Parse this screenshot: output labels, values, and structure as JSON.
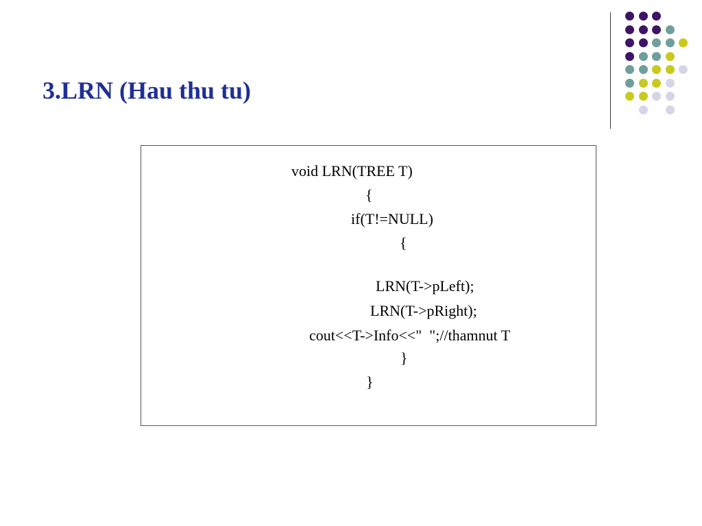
{
  "slide": {
    "title": "3.LRN (Hau thu tu)"
  },
  "decoration": {
    "dot_colors": {
      "purple": "#3f1466",
      "teal": "#6f9f9c",
      "yellow": "#c9c91e",
      "lavender": "#d6d5e6"
    },
    "dot_grid": [
      [
        "purple",
        "purple",
        "purple",
        "",
        "",
        ""
      ],
      [
        "purple",
        "purple",
        "purple",
        "teal",
        "",
        ""
      ],
      [
        "purple",
        "purple",
        "teal",
        "teal",
        "yellow",
        ""
      ],
      [
        "purple",
        "teal",
        "teal",
        "yellow",
        "",
        ""
      ],
      [
        "teal",
        "teal",
        "yellow",
        "yellow",
        "lavender",
        ""
      ],
      [
        "teal",
        "yellow",
        "yellow",
        "lavender",
        "",
        ""
      ],
      [
        "yellow",
        "yellow",
        "lavender",
        "lavender",
        "",
        ""
      ],
      [
        "",
        "lavender",
        "",
        "lavender",
        "",
        ""
      ]
    ]
  },
  "code": {
    "lines": [
      "void LRN(TREE T)",
      "{",
      "if(T!=NULL)",
      "{",
      "LRN(T->pLeft);",
      "LRN(T->pRight);",
      "cout<<T->Info<<\"  \";//thamnut T",
      "}",
      "}"
    ]
  }
}
